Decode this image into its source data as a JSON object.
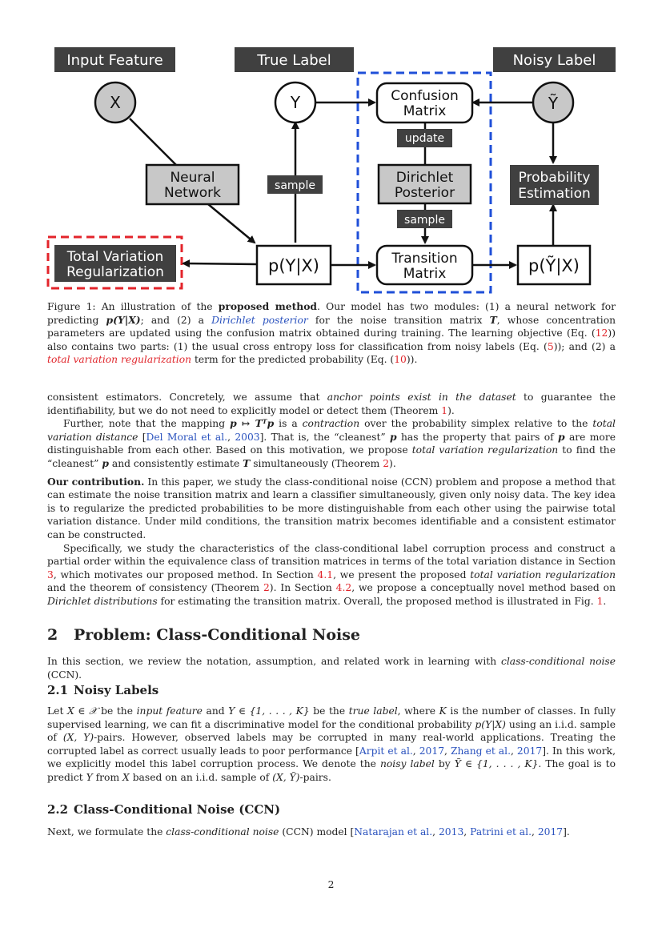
{
  "figure": {
    "headers": {
      "input": "Input Feature",
      "true": "True Label",
      "noisy": "Noisy Label"
    },
    "nodes": {
      "x": "X",
      "y": "Y",
      "ytilde": "Ỹ",
      "neural_network": [
        "Neural",
        "Network"
      ],
      "sample_left": "sample",
      "confusion": [
        "Confusion",
        "Matrix"
      ],
      "update": "update",
      "dirichlet": [
        "Dirichlet",
        "Posterior"
      ],
      "sample_mid": "sample",
      "transition": [
        "Transition",
        "Matrix"
      ],
      "prob_est": [
        "Probability",
        "Estimation"
      ],
      "pyx": "p(Y|X)",
      "pytx": "p(Ỹ|X)",
      "tv_reg": [
        "Total Variation",
        "Regularization"
      ]
    },
    "colors": {
      "dark": "#404040",
      "gray": "#c8c8c8",
      "blue": "#1f4fd8",
      "red": "#e3242b"
    }
  },
  "caption": {
    "label": "Figure 1:",
    "t1": " An illustration of the ",
    "bold": "proposed method",
    "t2": ". Our model has two modules: (1) a neural network for predicting ",
    "m1": "p(Y|X)",
    "t3": "; and (2) a ",
    "link1": "Dirichlet posterior",
    "t4": " for the noise transition matrix ",
    "m2": "T",
    "t5": ", whose concentration parameters are updated using the confusion matrix obtained during training. The learning objective (Eq. (",
    "ref12": "12",
    "t6": ")) also contains two parts: (1) the usual cross entropy loss for classification from noisy labels (Eq. (",
    "ref5": "5",
    "t7": ")); and (2) a ",
    "link2": "total variation regularization",
    "t8": " term for the predicted probability (Eq. (",
    "ref10": "10",
    "t9": "))."
  },
  "para1": {
    "t1": "consistent estimators. Concretely, we assume that ",
    "i1": "anchor points exist in the dataset",
    "t2": " to guarantee the identifiability, but we do not need to explicitly model or detect them (Theorem ",
    "r1": "1",
    "t3": ")."
  },
  "para2": {
    "t1": "Further, note that the mapping ",
    "m1": "p ↦ Tᵀp",
    "t2": " is a ",
    "i1": "contraction",
    "t3": " over the probability simplex relative to the ",
    "i2": "total variation distance",
    "t4": " [",
    "c1": "Del Moral et al.",
    "t5": ", ",
    "c2": "2003",
    "t6": "]. That is, the “cleanest” ",
    "m2": "p",
    "t7": " has the property that pairs of ",
    "m3": "p",
    "t8": " are more distinguishable from each other. Based on this motivation, we propose ",
    "i3": "total variation regularization",
    "t9": " to find the “cleanest” ",
    "m4": "p",
    "t10": " and consistently estimate ",
    "m5": "T",
    "t11": " simultaneously (Theorem ",
    "r1": "2",
    "t12": ")."
  },
  "para3": {
    "lead": "Our contribution.",
    "t1": " In this paper, we study the class-conditional noise (CCN) problem and propose a method that can estimate the noise transition matrix and learn a classifier simultaneously, given only noisy data. The key idea is to regularize the predicted probabilities to be more distinguishable from each other using the pairwise total variation distance. Under mild conditions, the transition matrix becomes identifiable and a consistent estimator can be constructed."
  },
  "para4": {
    "t1": "Specifically, we study the characteristics of the class-conditional label corruption process and construct a partial order within the equivalence class of transition matrices in terms of the total variation distance in Section ",
    "r1": "3",
    "t2": ", which motivates our proposed method. In Section ",
    "r2": "4.1",
    "t3": ", we present the proposed ",
    "i1": "total variation regularization",
    "t4": " and the theorem of consistency (Theorem ",
    "r3": "2",
    "t5": "). In Section ",
    "r4": "4.2",
    "t6": ", we propose a conceptually novel method based on ",
    "i2": "Dirichlet distributions",
    "t7": " for estimating the transition matrix. Overall, the proposed method is illustrated in Fig. ",
    "r5": "1",
    "t8": "."
  },
  "section2": {
    "num": "2",
    "title": "Problem: Class-Conditional Noise"
  },
  "para5": {
    "t1": "In this section, we review the notation, assumption, and related work in learning with ",
    "i1": "class-conditional noise",
    "t2": " (CCN)."
  },
  "sub21": {
    "num": "2.1",
    "title": "Noisy Labels"
  },
  "para6": {
    "t1": "Let ",
    "m1": "X ∈ 𝒳",
    "t2": " be the ",
    "i1": "input feature",
    "t3": " and ",
    "m2": "Y ∈ {1, . . . , K}",
    "t4": " be the ",
    "i2": "true label",
    "t5": ", where ",
    "m3": "K",
    "t6": " is the number of classes. In fully supervised learning, we can fit a discriminative model for the conditional probability ",
    "m4": "p(Y|X)",
    "t7": " using an i.i.d. sample of ",
    "m5": "(X, Y)",
    "t8": "-pairs. However, observed labels may be corrupted in many real-world applications. Treating the corrupted label as correct usually leads to poor performance [",
    "c1": "Arpit et al.",
    "t9": ", ",
    "c2": "2017",
    "t10": ", ",
    "c3": "Zhang et al.",
    "t11": ", ",
    "c4": "2017",
    "t12": "]. In this work, we explicitly model this label corruption process. We denote the ",
    "i3": "noisy label",
    "t13": " by ",
    "m6": "Ỹ ∈ {1, . . . , K}",
    "t14": ". The goal is to predict ",
    "m7": "Y",
    "t15": " from ",
    "m8": "X",
    "t16": " based on an i.i.d. sample of ",
    "m9": "(X, Ỹ)",
    "t17": "-pairs."
  },
  "sub22": {
    "num": "2.2",
    "title": "Class-Conditional Noise (CCN)"
  },
  "para7": {
    "t1": "Next, we formulate the ",
    "i1": "class-conditional noise",
    "t2": " (CCN) model [",
    "c1": "Natarajan et al.",
    "t3": ", ",
    "c2": "2013",
    "t4": ", ",
    "c3": "Patrini et al.",
    "t5": ", ",
    "c4": "2017",
    "t6": "]."
  },
  "page_number": "2"
}
